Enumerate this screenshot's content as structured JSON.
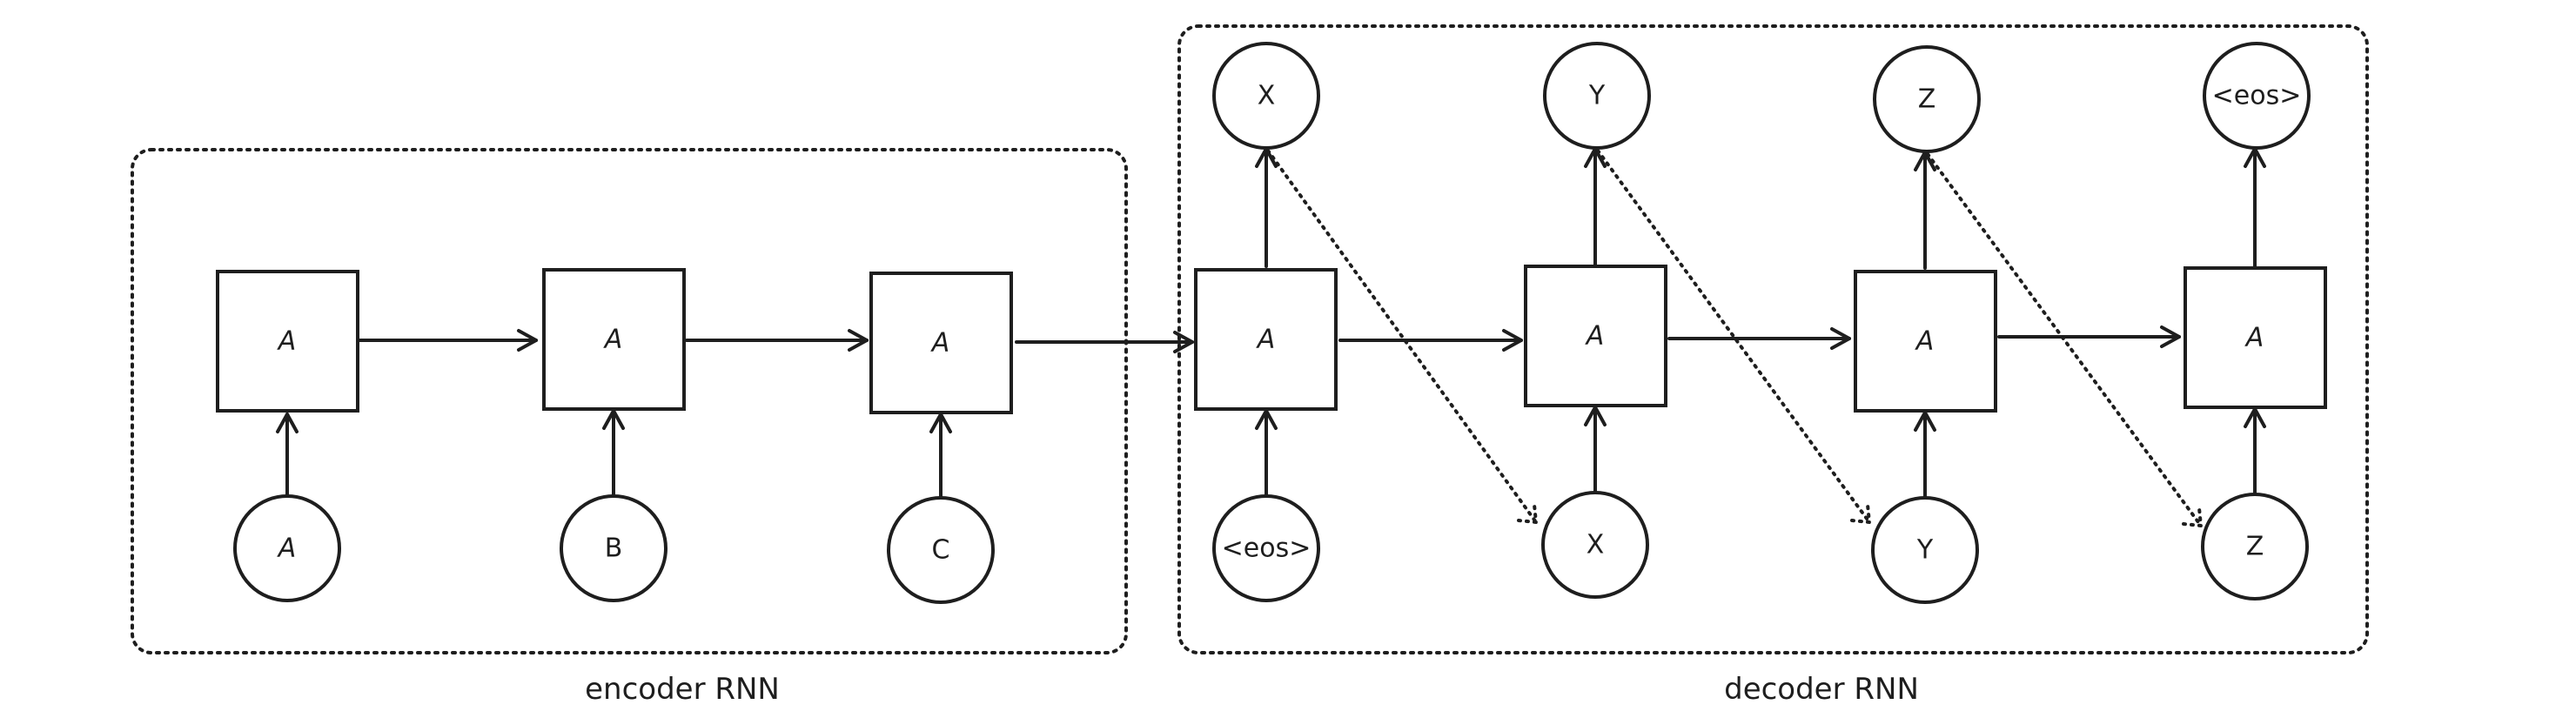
{
  "encoder": {
    "label": "encoder RNN",
    "cells": [
      "A",
      "A",
      "A"
    ],
    "inputs": [
      "A",
      "B",
      "C"
    ]
  },
  "decoder": {
    "label": "decoder RNN",
    "cells": [
      "A",
      "A",
      "A",
      "A"
    ],
    "inputs": [
      "<eos>",
      "X",
      "Y",
      "Z"
    ],
    "outputs": [
      "X",
      "Y",
      "Z",
      "<eos>"
    ]
  },
  "colors": {
    "stroke": "#1e1e1e",
    "background": "#ffffff"
  }
}
